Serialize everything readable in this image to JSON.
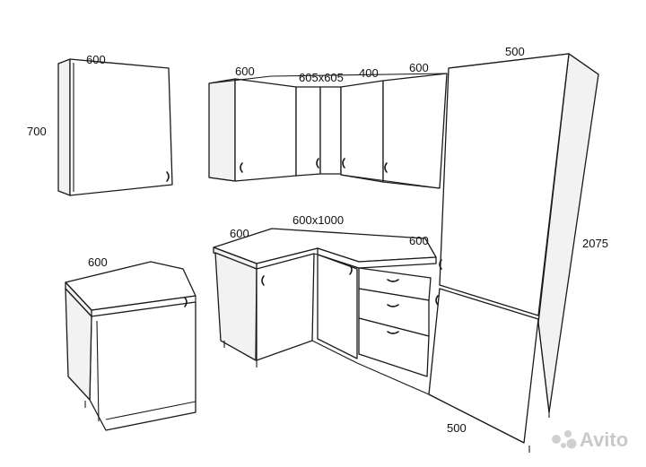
{
  "dimensions": {
    "wall_single_width": "600",
    "wall_single_height": "700",
    "base_single_width": "600",
    "upper_left_width": "600",
    "upper_corner": "605x605",
    "upper_mid_width": "400",
    "upper_right_width": "600",
    "tall_width": "500",
    "tall_height": "2075",
    "tall_depth": "500",
    "base_left_width": "600",
    "base_corner": "600x1000",
    "base_right_width": "600"
  },
  "watermark": {
    "text": "Avito",
    "color": "#c9c9c9"
  }
}
